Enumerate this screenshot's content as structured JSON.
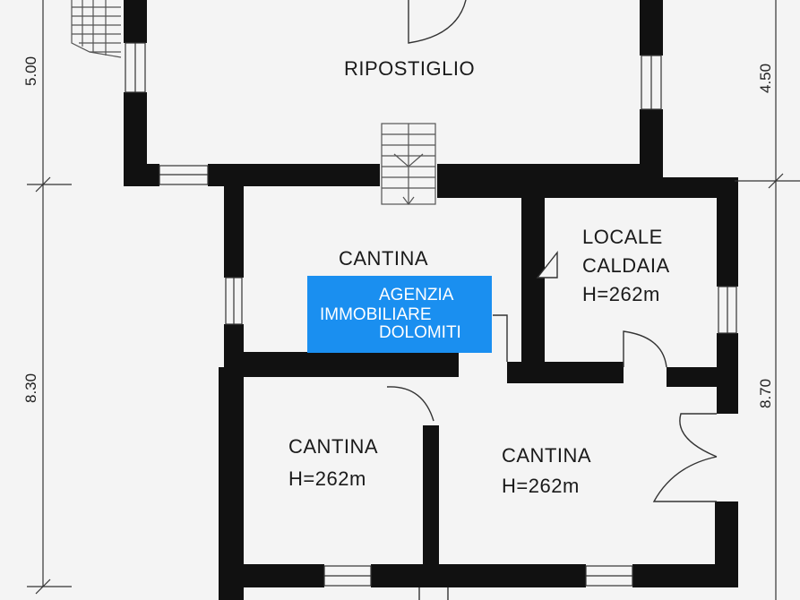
{
  "colors": {
    "wall": "#111111",
    "background": "#f4f4f4",
    "logo_background": "#1a8ff0",
    "logo_text": "#ffffff"
  },
  "rooms": {
    "ripostiglio": "RIPOSTIGLIO",
    "cantina_top": "CANTINA",
    "locale_caldaia_line1": "LOCALE",
    "locale_caldaia_line2": "CALDAIA",
    "locale_caldaia_height": "H=262m",
    "cantina_left": "CANTINA",
    "cantina_left_height": "H=262m",
    "cantina_right": "CANTINA",
    "cantina_right_height": "H=262m"
  },
  "dimensions": {
    "left_top": "5.00",
    "left_bottom": "8.30",
    "right_top": "4.50",
    "right_bottom": "8.70"
  },
  "logo": {
    "line1": "AGENZIA",
    "line2": "IMMOBILIARE",
    "line3": "DOLOMITI"
  }
}
